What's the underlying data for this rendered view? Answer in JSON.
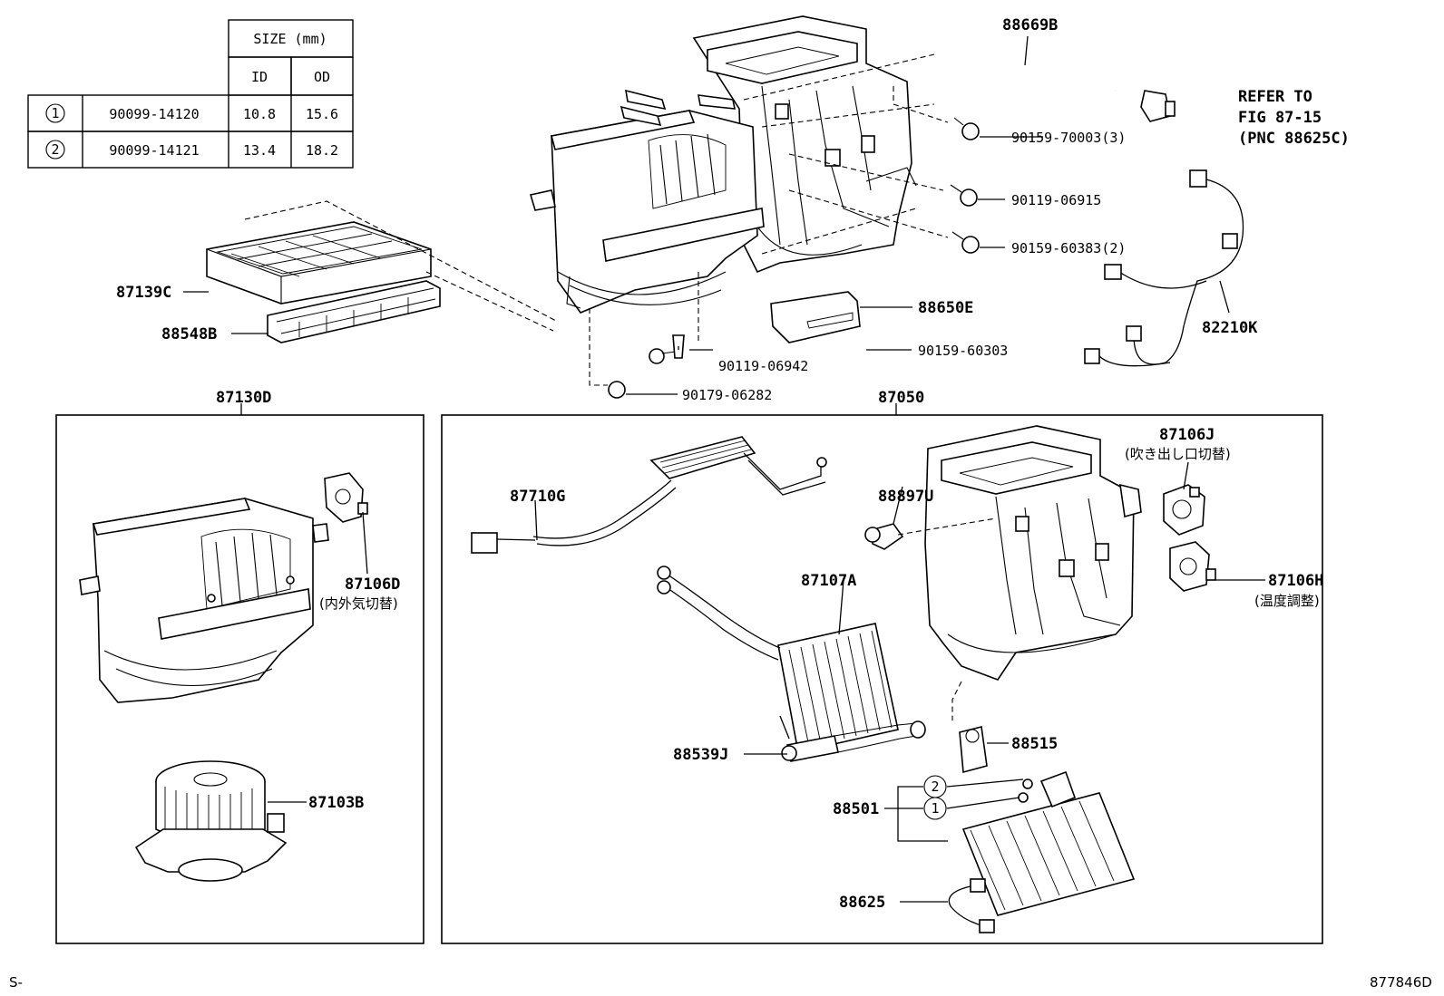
{
  "size_table": {
    "header": "SIZE (mm)",
    "col_id": "ID",
    "col_od": "OD",
    "rows": [
      {
        "mark": "1",
        "part": "90099-14120",
        "id": "10.8",
        "od": "15.6"
      },
      {
        "mark": "2",
        "part": "90099-14121",
        "id": "13.4",
        "od": "18.2"
      }
    ]
  },
  "labels": {
    "p88669B": "88669B",
    "refer1": "REFER TO",
    "refer2": "FIG 87-15",
    "refer3": "(PNC 88625C)",
    "p90159_70003": "90159-70003(3)",
    "p90119_06915": "90119-06915",
    "p90159_60383": "90159-60383(2)",
    "p88650E": "88650E",
    "p90159_60303": "90159-60303",
    "p90119_06942": "90119-06942",
    "p90179_06282": "90179-06282",
    "p82210K": "82210K",
    "p87139C": "87139C",
    "p88548B": "88548B",
    "p87130D": "87130D",
    "p87050": "87050",
    "p87106D": "87106D",
    "p87106D_jp": "(内外気切替)",
    "p87103B": "87103B",
    "p87710G": "87710G",
    "p88897U": "88897U",
    "p87106J": "87106J",
    "p87106J_jp": "(吹き出し口切替)",
    "p87106H": "87106H",
    "p87106H_jp": "(温度調整)",
    "p87107A": "87107A",
    "p88539J": "88539J",
    "p88515": "88515",
    "p88501": "88501",
    "mark1": "1",
    "mark2": "2",
    "p88625": "88625"
  },
  "footer": {
    "left": "S-",
    "right": "877846D"
  }
}
